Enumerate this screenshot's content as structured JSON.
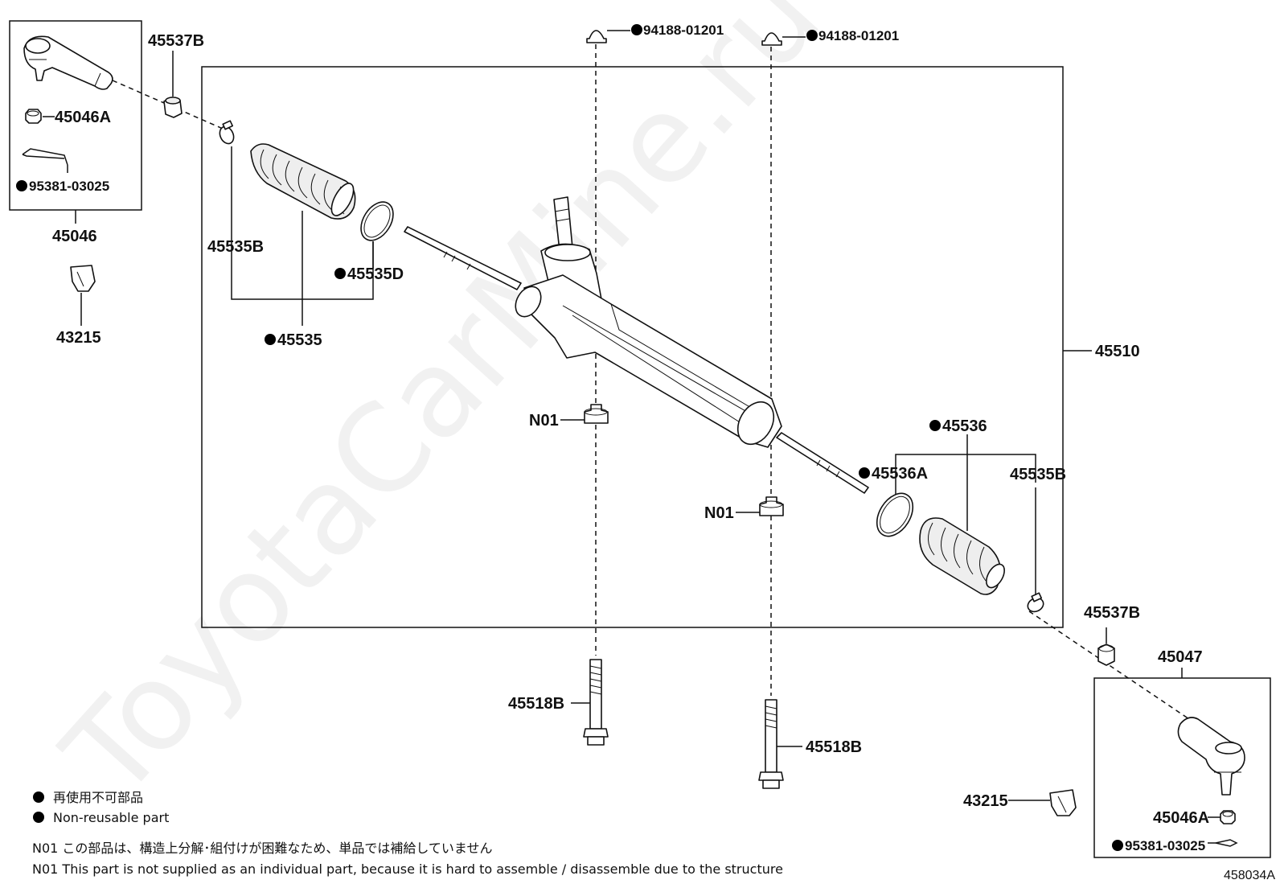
{
  "watermark": "ToyotaCarMine.ru",
  "diagram_id": "458034A",
  "part_numbers": {
    "tie_rod_end_lh_assy": "45046",
    "tie_rod_end_rh_assy": "45047",
    "steering_gear_assy": "45510",
    "nut_45046A": "45046A",
    "cotter_pin": "95381-03025",
    "clamp_45537B": "45537B",
    "clip_45535B": "45535B",
    "boot_lh": "45535",
    "boot_lh_band": "45535D",
    "boot_rh": "45536",
    "boot_rh_band": "45536A",
    "grease_cap": "94188-01201",
    "bushing_n01": "N01",
    "bolt": "45518B",
    "cushion": "43215"
  },
  "legend": {
    "non_reusable_jp": "再使用不可部品",
    "non_reusable_en": "Non-reusable part",
    "n01_jp": "N01 この部品は、構造上分解･組付けが困難なため、単品では補給していません",
    "n01_en": "N01 This part is not supplied as an individual part, because it is hard to assemble / disassemble due to the structure"
  }
}
